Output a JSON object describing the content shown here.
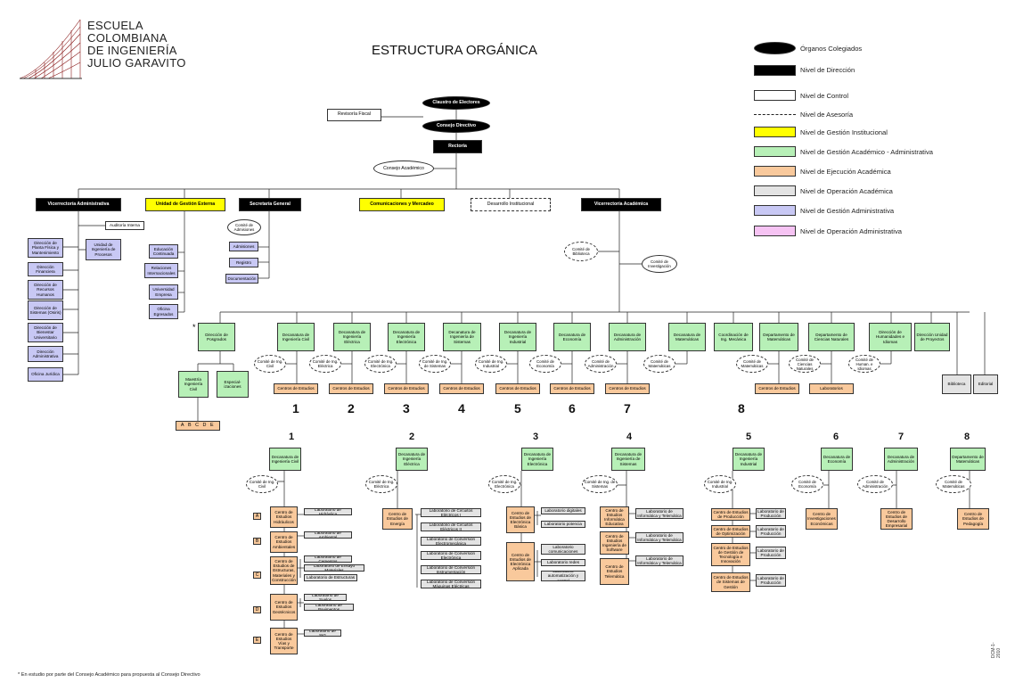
{
  "institution": {
    "line1": "ESCUELA",
    "line2": "COLOMBIANA",
    "line3": "DE INGENIERÍA",
    "line4": "JULIO GARAVITO"
  },
  "title": "ESTRUCTURA ORGÁNICA",
  "colors": {
    "direccion": "#000000",
    "control": "#ffffff",
    "institucional": "#ffff00",
    "academico_admin": "#b7f0b7",
    "ejecucion": "#f9c99c",
    "operacion_acad": "#e3e3e3",
    "gestion_admin": "#c8c8f4",
    "operacion_admin": "#f6c3f3"
  },
  "legend": [
    {
      "label": "Órganos Colegiados",
      "kind": "ellipse"
    },
    {
      "label": "Nivel de Dirección",
      "kind": "direccion"
    },
    {
      "label": "Nivel de Control",
      "kind": "control"
    },
    {
      "label": "Nivel de Asesoría",
      "kind": "asesoria"
    },
    {
      "label": "Nivel de Gestión Institucional",
      "kind": "institucional"
    },
    {
      "label": "Nivel de Gestión Académico - Administrativa",
      "kind": "academico_admin"
    },
    {
      "label": "Nivel de Ejecución Académica",
      "kind": "ejecucion"
    },
    {
      "label": "Nivel de Operación Académica",
      "kind": "operacion_acad"
    },
    {
      "label": "Nivel de Gestión Administrativa",
      "kind": "gestion_admin"
    },
    {
      "label": "Nivel de Operación Administrativa",
      "kind": "operacion_admin"
    }
  ],
  "top": {
    "claustro": "Claustro de Electores",
    "consejo_directivo": "Consejo Directivo",
    "revisoria": "Revisoría Fiscal",
    "rectoria": "Rectoría",
    "consejo_academico": "Consejo Académico"
  },
  "level2": {
    "vice_admin": "Vicerrectoría Administrativa",
    "gestion_externa": "Unidad de Gestión Externa",
    "secretaria": "Secretaría General",
    "comunicaciones": "Comunicaciones y Mercadeo",
    "desarrollo": "Desarrollo Institucional",
    "vice_acad": "Vicerrectoría Académica"
  },
  "vice_admin": {
    "auditoria": "Auditoría Interna",
    "unidad_procesos": "Unidad de Ingeniería de Procesos",
    "units": [
      "Dirección de Planta Física y Mantenimiento",
      "Dirección Financiera",
      "Dirección de Recursos Humanos",
      "Dirección de Sistemas (Osiris)",
      "Dirección de Bienestar Universitario",
      "Dirección Administrativa",
      "Oficina Jurídica"
    ]
  },
  "gestion_externa": {
    "units": [
      "Educación Continuada",
      "Relaciones Internacionales",
      "Universidad Empresa",
      "Oficina Egresados"
    ]
  },
  "secretaria": {
    "comite": "Comité de Admisiones",
    "units": [
      "Admisiones",
      "Registro",
      "Documentación"
    ]
  },
  "vice_acad": {
    "comite_biblioteca": "Comité de Biblioteca",
    "comite_investigacion": "Comité de Investigación"
  },
  "posgrados": {
    "title": "Dirección de Posgrados",
    "maestria": "Maestría Ingeniería Civil",
    "especializaciones": "Especial-izaciones",
    "letters": [
      "A",
      "B",
      "C",
      "D",
      "E"
    ],
    "star": "*"
  },
  "decanaturas": [
    {
      "name": "Decanatura de Ingeniería Civil",
      "comite": "Comité de Ing. Civil",
      "centro": "Centros de Estudios",
      "num": "1"
    },
    {
      "name": "Decanatura de Ingeniería Eléctrica",
      "comite": "Comité de Ing. Eléctrica",
      "centro": "Centros de Estudios",
      "num": "2"
    },
    {
      "name": "Decanatura de Ingeniería Electrónica",
      "comite": "Comité de Ing. Electrónica",
      "centro": "Centros de Estudios",
      "num": "3"
    },
    {
      "name": "Decanatura de Ingeniería de Sistemas",
      "comite": "Comité de Ing. de Sistemas",
      "centro": "Centros de Estudios",
      "num": "4"
    },
    {
      "name": "Decanatura de Ingeniería Industrial",
      "comite": "Comité de Ing. Industrial",
      "centro": "Centros de Estudios",
      "num": "5"
    },
    {
      "name": "Decanatura de Economía",
      "comite": "Comité de Economía",
      "centro": "Centros de Estudios",
      "num": "6"
    },
    {
      "name": "Decanatura de Administración",
      "comite": "Comité de Administración",
      "centro": "Centros de Estudios",
      "num": "7"
    },
    {
      "name": "Decanatura de Matemáticas",
      "comite": "Comité de Matemáticas",
      "centro": "",
      "num": ""
    }
  ],
  "other_units": {
    "coord_mecanica": "Coordinación de Ing. Mecánica",
    "depto_matematicas": "Departamento de Matemáticas",
    "comite_matematicas2": "Comité de Matemáticas",
    "centro_8": "Centros de Estudios",
    "num_8": "8",
    "depto_ciencias": "Departamento de Ciencias Naturales",
    "comite_ciencias": "Comité de Ciencias Naturales",
    "laboratorios": "Laboratorios",
    "dir_humanidades": "Dirección de Humanidades e Idiomas",
    "comite_humanidades": "Comité de Human. e Idiomas",
    "dir_proyectos": "Dirección Unidad de Proyectos",
    "biblioteca": "Biblioteca",
    "editorial": "Editorial"
  },
  "details": [
    {
      "num": "1",
      "dean": "Decanatura de Ingeniería Civil",
      "comite": "Comité de Ing. Civil",
      "centers": [
        {
          "letter": "A",
          "name": "Centro de Estudios Hidráulicos",
          "labs": [
            "Laboratorio de Hidráulica"
          ]
        },
        {
          "letter": "B",
          "name": "Centro de Estudios Ambientales",
          "labs": [
            "Laboratorio de Ambiental"
          ]
        },
        {
          "letter": "C",
          "name": "Centro de Estudios de Estructuras, Materiales y Construcción",
          "labs": [
            "Laboratorio de Cementos",
            "Laboratorio de Ensayo Materiales",
            "Laboratorio de Estructuras"
          ]
        },
        {
          "letter": "D",
          "name": "Centro de Estudios Geotécnicos",
          "labs": [
            "Laboratorio de Suelos",
            "Laboratorio de Pavimentos"
          ]
        },
        {
          "letter": "E",
          "name": "Centro de Estudios Vías y Transporte",
          "labs": [
            "Laboratorio de SIG"
          ]
        }
      ]
    },
    {
      "num": "2",
      "dean": "Decanatura de Ingeniería Eléctrica",
      "comite": "Comité de Ing. Eléctrica",
      "centers": [
        {
          "letter": "",
          "name": "Centro de Estudios de Energía",
          "labs": [
            "Laboratorio de Circuitos Eléctricos I",
            "Laboratorio de Circuitos Eléctricos II",
            "Laboratorio de Conversión Electromecánica",
            "Laboratorio de Conversión Electrónica",
            "Laboratorio de Conversión Instrumentación",
            "Laboratorio de Conversión Máquinas Eléctricas"
          ]
        }
      ]
    },
    {
      "num": "3",
      "dean": "Decanatura de Ingeniería Electrónica",
      "comite": "Comité de Ing. Electrónica",
      "centers": [
        {
          "letter": "",
          "name": "Centro de Estudios de Electrónica Básica",
          "labs": [
            "Laboratorio digitales",
            "Laboratorio potencia"
          ]
        },
        {
          "letter": "",
          "name": "Centro de Estudios de Electrónica Aplicada",
          "labs": [
            "Laboratorio comunicaciones",
            "Laboratorio redes",
            "Laboratorio automatización y control"
          ]
        }
      ]
    },
    {
      "num": "4",
      "dean": "Decanatura de Ingeniería de Sistemas",
      "comite": "Comité de Ing. de Sistemas",
      "centers": [
        {
          "letter": "",
          "name": "Centro de Estudios Informática Educativa",
          "labs": [
            "Laboratorio de Informática y Telemática"
          ]
        },
        {
          "letter": "",
          "name": "Centro de Estudios Ingeniería de Software",
          "labs": [
            "Laboratorio de Informática y Telemática"
          ]
        },
        {
          "letter": "",
          "name": "Centro de Estudios Telemática",
          "labs": [
            "Laboratorio de Informática y Telemática"
          ]
        }
      ]
    },
    {
      "num": "5",
      "dean": "Decanatura de Ingeniería Industrial",
      "comite": "Comité de Ing. Industrial",
      "centers": [
        {
          "letter": "",
          "name": "Centro de Estudios de Producción",
          "labs": [
            "Laboratorio de Producción"
          ]
        },
        {
          "letter": "",
          "name": "Centro de Estudios de Optimización",
          "labs": [
            "Laboratorio de Producción"
          ]
        },
        {
          "letter": "",
          "name": "Centro de Estudios de Gestión de Tecnología e Innovación",
          "labs": [
            "Laboratorio de Producción"
          ]
        },
        {
          "letter": "",
          "name": "Centro de Estudios de Sistemas de Gestión",
          "labs": [
            "Laboratorio de Producción"
          ]
        }
      ]
    },
    {
      "num": "6",
      "dean": "Decanatura de Economía",
      "comite": "Comité de Economía",
      "centers": [
        {
          "letter": "",
          "name": "Centro de Investigaciones Económicas",
          "labs": []
        }
      ]
    },
    {
      "num": "7",
      "dean": "Decanatura de Administración",
      "comite": "Comité de Administración",
      "centers": [
        {
          "letter": "",
          "name": "Centro de Estudios de Desarrollo Empresarial",
          "labs": []
        }
      ]
    },
    {
      "num": "8",
      "dean": "Departamento de Matemáticas",
      "comite": "Comité de Matemáticas",
      "centers": [
        {
          "letter": "",
          "name": "Centro de Estudios de Pedagogía",
          "labs": []
        }
      ]
    }
  ],
  "footnote": "* En estudio por parte del Consejo Académico para propuesta al Consejo Directivo",
  "code": "DCM-1-2010"
}
